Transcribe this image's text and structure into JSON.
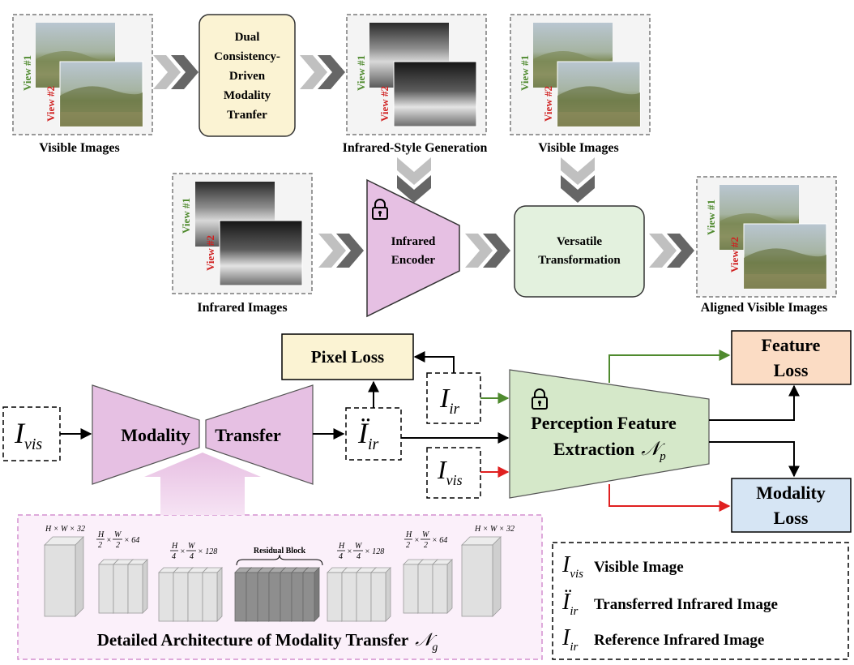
{
  "top": {
    "visible_images_1": {
      "label": "Visible Images",
      "view1": "View #1",
      "view2": "View #2"
    },
    "transfer_box": {
      "lines": [
        "Dual",
        "Consistency-",
        "Driven",
        "Modality",
        "Tranfer"
      ]
    },
    "infrared_style": {
      "label": "Infrared-Style Generation",
      "view1": "View #1",
      "view2": "View #2"
    },
    "visible_images_2": {
      "label": "Visible Images",
      "view1": "View #1",
      "view2": "View #2"
    },
    "infrared_images": {
      "label": "Infrared Images",
      "view1": "View #1",
      "view2": "View #2"
    },
    "infrared_encoder": {
      "line1": "Infrared",
      "line2": "Encoder"
    },
    "versatile": {
      "line1": "Versatile",
      "line2": "Transformation"
    },
    "aligned": {
      "label": "Aligned Visible Images",
      "view1": "View #1",
      "view2": "View #2"
    }
  },
  "bottom": {
    "input_vis": {
      "main": "I",
      "sub": "vis"
    },
    "modality_label": "Modality",
    "transfer_label": "Transfer",
    "output_ir": {
      "main": "Ï",
      "sub": "ir"
    },
    "pixel_loss": "Pixel Loss",
    "ref_ir": {
      "main": "I",
      "sub": "ir"
    },
    "ref_vis": {
      "main": "I",
      "sub": "vis"
    },
    "perception": {
      "line1": "Perception Feature",
      "line2": "Extraction",
      "symbol": "𝒩",
      "symbol_sub": "p"
    },
    "feature_loss": {
      "line1": "Feature",
      "line2": "Loss"
    },
    "modality_loss": {
      "line1": "Modality",
      "line2": "Loss"
    }
  },
  "architecture": {
    "dims": [
      {
        "text": "H × W × 32"
      },
      {
        "num1": "H",
        "den1": "2",
        "num2": "W",
        "den2": "2",
        "ch": "× 64"
      },
      {
        "num1": "H",
        "den1": "4",
        "num2": "W",
        "den2": "4",
        "ch": "× 128"
      },
      {
        "num1": "H",
        "den1": "4",
        "num2": "W",
        "den2": "4",
        "ch": "× 128"
      },
      {
        "num1": "H",
        "den1": "2",
        "num2": "W",
        "den2": "2",
        "ch": "× 64"
      },
      {
        "text": "H × W × 32"
      }
    ],
    "residual_label": "Residual Block",
    "caption": "Detailed Architecture of Modality Transfer",
    "caption_symbol": "𝒩",
    "caption_sub": "g"
  },
  "legend": [
    {
      "main": "I",
      "sub": "vis",
      "text": "Visible Image"
    },
    {
      "main": "Ï",
      "sub": "ir",
      "text": "Transferred Infrared Image"
    },
    {
      "main": "I",
      "sub": "ir",
      "text": "Reference Infrared Image"
    }
  ],
  "colors": {
    "pink": "#e6c0e3",
    "yellow": "#fbf3d3",
    "green_light": "#e3f1de",
    "green_trap": "#d5e8c9",
    "peach": "#fbdcc4",
    "blue": "#d6e5f4",
    "green_arrow": "#4f8a2e",
    "red_arrow": "#e02020",
    "view1_color": "#4f8a2e",
    "view2_color": "#d02020"
  }
}
